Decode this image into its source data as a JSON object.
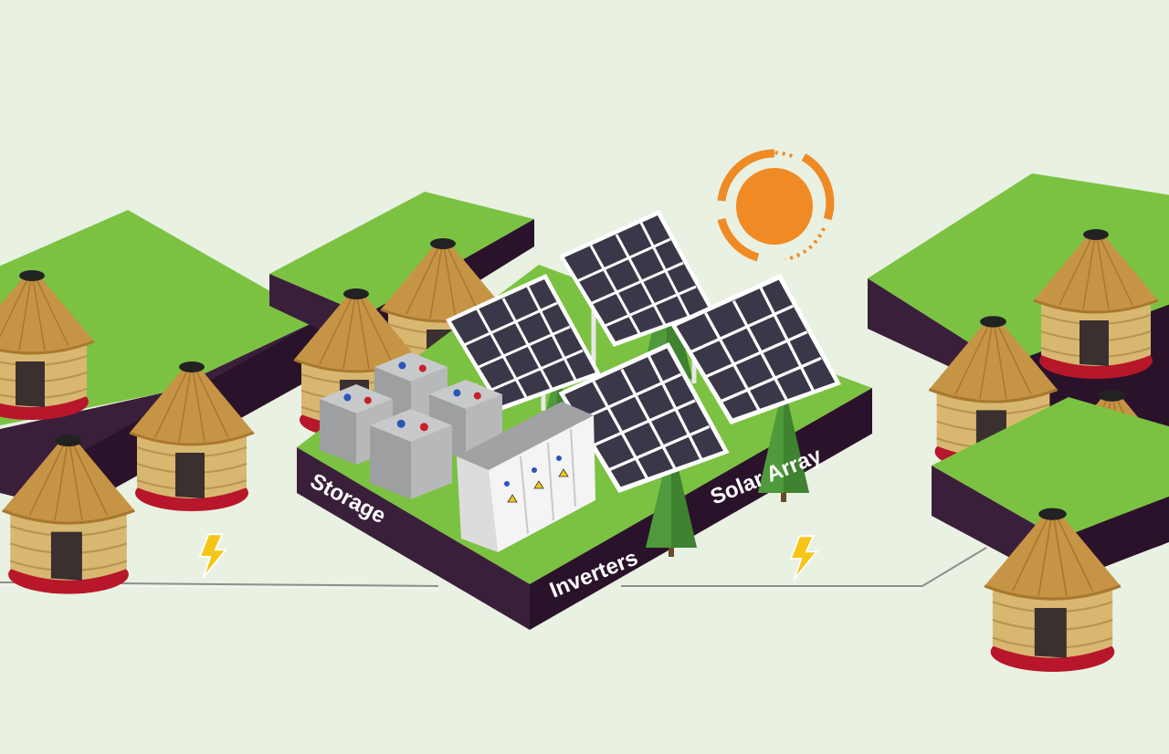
{
  "labels": {
    "storage": "Storage",
    "inverters": "Inverters",
    "solar_array": "Solar Array"
  },
  "colors": {
    "background": "#e9f1e2",
    "grass": "#7cc242",
    "platform_side": "#3a1f3a",
    "platform_side_dark": "#2a132a",
    "hut_wall": "#d8b870",
    "hut_roof": "#c69445",
    "sun": "#f08a24",
    "panel": "#3a3848",
    "panel_frame": "#ffffff",
    "tree": "#4f9a3c",
    "battery": "#a4a6a8",
    "inverter": "#f2f2f2",
    "bolt": "#f6c515",
    "wire": "#8c8f8c"
  },
  "icons": [
    "hut-icon",
    "solar-panel-icon",
    "battery-icon",
    "inverter-cabinet-icon",
    "tree-icon",
    "sun-icon",
    "lightning-bolt-icon"
  ]
}
